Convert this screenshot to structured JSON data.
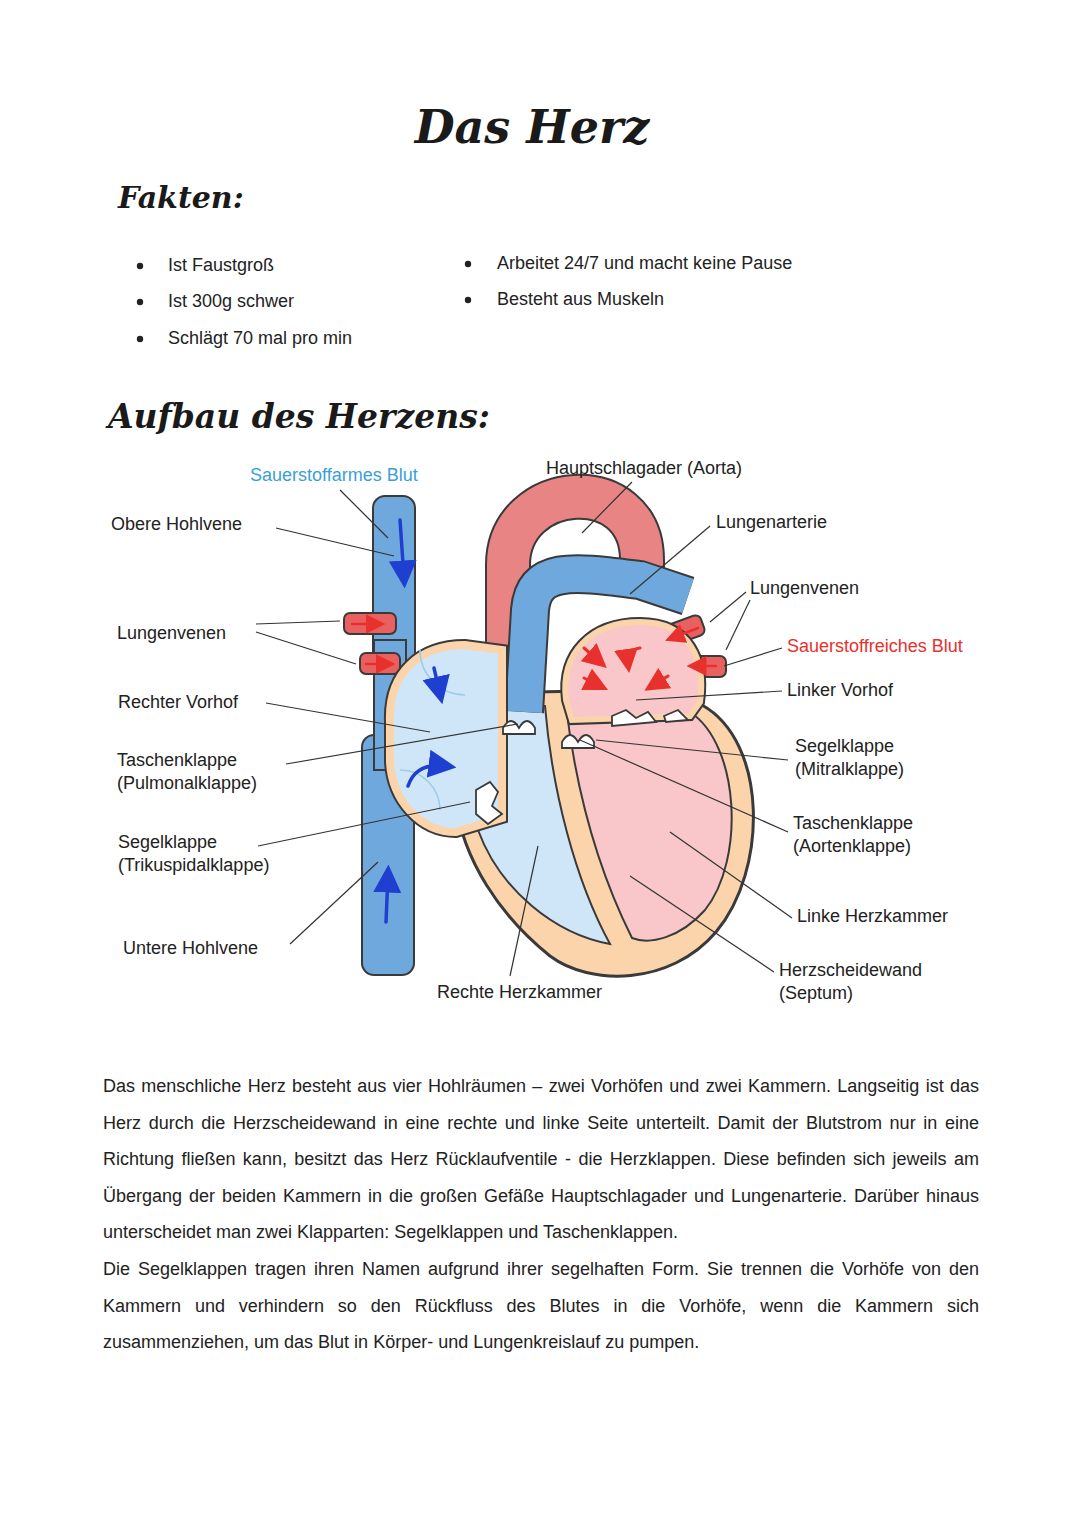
{
  "diagram": {
    "title": "Das Herz",
    "labels": [
      "Fakten:",
      "Ist Faustgroß",
      "Arbeitet 24/7 und macht keine Pause",
      "Ist 300g schwer",
      "Besteht aus Muskeln",
      "Schlägt 70 mal pro min",
      "Aufbau des Herzens:",
      "Sauerstoffarmes Blut",
      "Hauptschlagader (Aorta)",
      "Obere Hohlvene",
      "Lungenarterie",
      "Lungenvenen",
      "Lungenvenen",
      "Sauerstoffreiches Blut",
      "Linker Vorhof",
      "Rechter Vorhof",
      "Segelklappe (Mitralklappe)",
      "Taschenklappe (Pulmonalklappe)",
      "Taschenklappe (Aortenklappe)",
      "Segelklappe (Trikuspidalklappe)",
      "Linke Herzkammer",
      "Untere Hohlvene",
      "Herzscheidewand (Septum)",
      "Rechte Herzkammer",
      "Das menschliche Herz besteht aus vier Hohlräumen – zwei Vorhöfen und zwei Kammern. Langseitig ist das Herz durch die Herzscheidewand in eine rechte und linke Seite unterteilt. Damit der Blutstrom nur in eine Richtung fließen kann, besitzt das Herz Rücklaufventile - die Herzklappen. Diese befinden sich jeweils am Übergang der beiden Kammern in die großen Gefäße Hauptschlagader und Lungenarterie. Darüber hinaus unterscheidet man zwei Klapparten: Segelklappen und Taschenklappen.",
      "Die Segelklappen tragen ihren Namen aufgrund ihrer segelhaften Form. Sie trennen die Vorhöfe von den Kammern und verhindern so den Rückfluss des Blutes in die Vorhöfe, wenn die Kammern sich zusammenziehen, um das Blut in Körper- und Lungenkreislauf zu pumpen."
    ]
  }
}
